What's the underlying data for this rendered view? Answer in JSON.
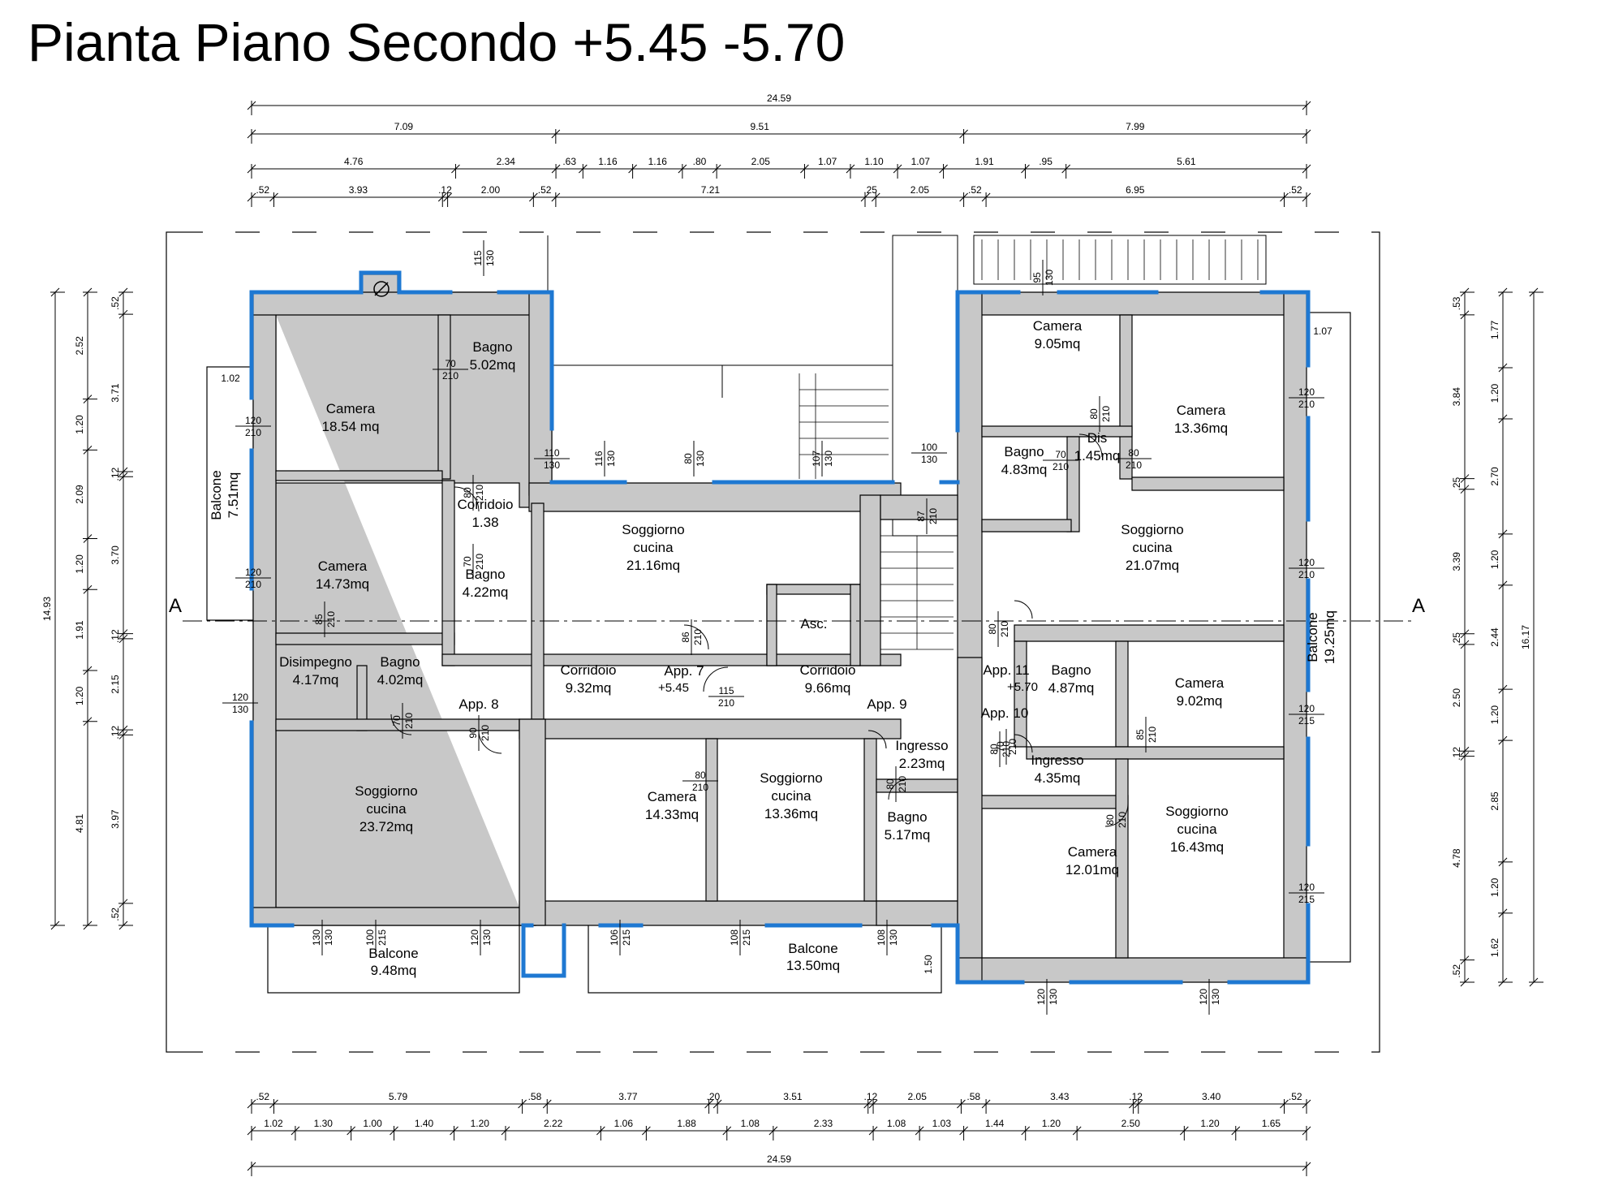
{
  "title": "Pianta Piano Secondo +5.45 -5.70",
  "colors": {
    "wall": "#c8c8c8",
    "insulation": "#1e78d2",
    "line": "#000000",
    "bg": "#ffffff"
  },
  "rooms": [
    {
      "id": "camera-1854",
      "name": "Camera",
      "area": "18.54 mq"
    },
    {
      "id": "bagno-502",
      "name": "Bagno",
      "area": "5.02mq"
    },
    {
      "id": "camera-1473",
      "name": "Camera",
      "area": "14.73mq"
    },
    {
      "id": "corridoio-138",
      "name": "Corridoio",
      "area": "1.38"
    },
    {
      "id": "bagno-422",
      "name": "Bagno",
      "area": "4.22mq"
    },
    {
      "id": "disimpegno-417",
      "name": "Disimpegno",
      "area": "4.17mq"
    },
    {
      "id": "bagno-402",
      "name": "Bagno",
      "area": "4.02mq"
    },
    {
      "id": "soggiorno-2372",
      "name": "Soggiorno",
      "name2": "cucina",
      "area": "23.72mq"
    },
    {
      "id": "soggiorno-2116",
      "name": "Soggiorno",
      "name2": "cucina",
      "area": "21.16mq"
    },
    {
      "id": "corridoio-932",
      "name": "Corridoio",
      "area": "9.32mq"
    },
    {
      "id": "corridoio-966",
      "name": "Corridoio",
      "area": "9.66mq"
    },
    {
      "id": "camera-1433",
      "name": "Camera",
      "area": "14.33mq"
    },
    {
      "id": "soggiorno-1336",
      "name": "Soggiorno",
      "name2": "cucina",
      "area": "13.36mq"
    },
    {
      "id": "ingresso-223",
      "name": "Ingresso",
      "area": "2.23mq"
    },
    {
      "id": "bagno-517",
      "name": "Bagno",
      "area": "5.17mq"
    },
    {
      "id": "camera-905",
      "name": "Camera",
      "area": "9.05mq"
    },
    {
      "id": "camera-1336",
      "name": "Camera",
      "area": "13.36mq"
    },
    {
      "id": "bagno-483",
      "name": "Bagno",
      "area": "4.83mq"
    },
    {
      "id": "dis-145",
      "name": "Dis",
      "area": "1.45mq"
    },
    {
      "id": "soggiorno-2107",
      "name": "Soggiorno",
      "name2": "cucina",
      "area": "21.07mq"
    },
    {
      "id": "bagno-487",
      "name": "Bagno",
      "area": "4.87mq"
    },
    {
      "id": "camera-902",
      "name": "Camera",
      "area": "9.02mq"
    },
    {
      "id": "ingresso-435",
      "name": "Ingresso",
      "area": "4.35mq"
    },
    {
      "id": "camera-1201",
      "name": "Camera",
      "area": "12.01mq"
    },
    {
      "id": "soggiorno-1643",
      "name": "Soggiorno",
      "name2": "cucina",
      "area": "16.43mq"
    }
  ],
  "balconies": [
    {
      "name": "Balcone",
      "area": "7.51mq"
    },
    {
      "name": "Balcone",
      "area": "9.48mq"
    },
    {
      "name": "Balcone",
      "area": "13.50mq"
    },
    {
      "name": "Balcone",
      "area": "19.25mq"
    }
  ],
  "labels": {
    "asc": "Asc.",
    "app7": "App. 7",
    "app7_level": "+5.45",
    "app8": "App. 8",
    "app9": "App. 9",
    "app10": "App. 10",
    "app11": "App. 11",
    "app11_level": "+5.70",
    "section": "A"
  },
  "dimensions": {
    "top_total": "24.59",
    "top_row2": [
      "7.09",
      "9.51",
      "7.99"
    ],
    "top_row3": [
      "4.76",
      "2.34",
      ".63",
      "1.16",
      "1.16",
      ".80",
      "2.05",
      "1.07",
      "1.10",
      "1.07",
      "1.91",
      ".95",
      "5.61"
    ],
    "top_row4": [
      ".52",
      "3.93",
      ".12",
      "2.00",
      ".52",
      "7.21",
      ".25",
      "2.05",
      ".52",
      "6.95",
      ".52"
    ],
    "bottom_row1": [
      ".52",
      "5.79",
      ".58",
      "3.77",
      ".20",
      "3.51",
      ".12",
      "2.05",
      ".58",
      "3.43",
      ".12",
      "3.40",
      ".52"
    ],
    "bottom_row2": [
      "1.02",
      "1.30",
      "1.00",
      "1.40",
      "1.20",
      "2.22",
      "1.06",
      "1.88",
      "1.08",
      "2.33",
      "1.08",
      "1.03",
      "1.44",
      "1.20",
      "2.50",
      "1.20",
      "1.65"
    ],
    "bottom_total": "24.59",
    "left_total": "14.93",
    "left_a": [
      "2.52",
      "1.20",
      "2.09",
      "1.20",
      "1.91",
      "1.20",
      "4.81"
    ],
    "left_b": [
      ".52",
      "3.71",
      ".12",
      "3.70",
      ".12",
      "2.15",
      ".12",
      "3.97",
      ".52"
    ],
    "right_total": "16.17",
    "right_a": [
      "1.77",
      "1.20",
      "2.70",
      "1.20",
      "2.44",
      "1.20",
      "2.85",
      "1.20",
      "1.62"
    ],
    "right_b": [
      ".53",
      "3.84",
      ".25",
      "3.39",
      ".25",
      "2.50",
      ".12",
      "4.78",
      ".52"
    ],
    "balcony_left": "1.02",
    "balcony_right": "1.07",
    "balcony_bottom": "1.50"
  },
  "openings": [
    {
      "w": "115",
      "h": "130"
    },
    {
      "w": "70",
      "h": "210"
    },
    {
      "w": "120",
      "h": "210"
    },
    {
      "w": "110",
      "h": "130"
    },
    {
      "w": "116",
      "h": "130"
    },
    {
      "w": "80",
      "h": "130"
    },
    {
      "w": "107",
      "h": "130"
    },
    {
      "w": "100",
      "h": "130"
    },
    {
      "w": "80",
      "h": "210"
    },
    {
      "w": "70",
      "h": "210"
    },
    {
      "w": "120",
      "h": "210"
    },
    {
      "w": "85",
      "h": "210"
    },
    {
      "w": "120",
      "h": "130"
    },
    {
      "w": "70",
      "h": "210"
    },
    {
      "w": "90",
      "h": "210"
    },
    {
      "w": "86",
      "h": "210"
    },
    {
      "w": "115",
      "h": "210"
    },
    {
      "w": "80",
      "h": "210"
    },
    {
      "w": "80",
      "h": "210"
    },
    {
      "w": "130",
      "h": "130"
    },
    {
      "w": "100",
      "h": "215"
    },
    {
      "w": "120",
      "h": "130"
    },
    {
      "w": "106",
      "h": "215"
    },
    {
      "w": "108",
      "h": "215"
    },
    {
      "w": "108",
      "h": "130"
    },
    {
      "w": "95",
      "h": "130"
    },
    {
      "w": "80",
      "h": "210"
    },
    {
      "w": "70",
      "h": "210"
    },
    {
      "w": "80",
      "h": "210"
    },
    {
      "w": "120",
      "h": "210"
    },
    {
      "w": "120",
      "h": "210"
    },
    {
      "w": "87",
      "h": "210"
    },
    {
      "w": "80",
      "h": "210"
    },
    {
      "w": "70",
      "h": "210"
    },
    {
      "w": "85",
      "h": "210"
    },
    {
      "w": "120",
      "h": "215"
    },
    {
      "w": "80",
      "h": "210"
    },
    {
      "w": "80",
      "h": "210"
    },
    {
      "w": "120",
      "h": "215"
    },
    {
      "w": "120",
      "h": "130"
    },
    {
      "w": "120",
      "h": "130"
    }
  ]
}
